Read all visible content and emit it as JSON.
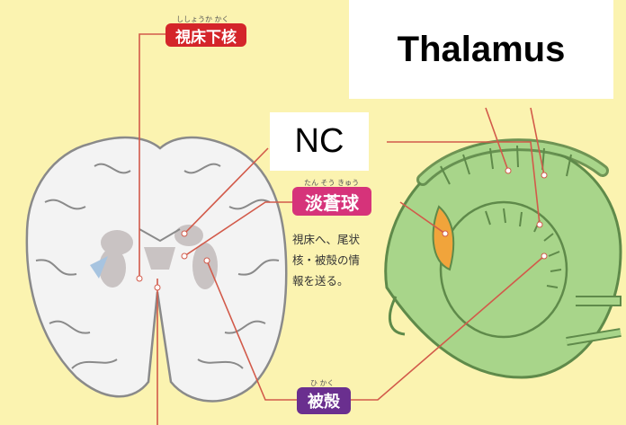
{
  "labels": {
    "hypothalamus": {
      "ruby": "ししょうか かく",
      "text": "視床下核",
      "color": "#d4252a"
    },
    "globus_pallidus": {
      "ruby": "たん そう きゅう",
      "text": "淡蒼球",
      "color": "#d6337a"
    },
    "putamen": {
      "ruby": "ひ かく",
      "text": "被殻",
      "color": "#6a2f8f"
    }
  },
  "overlays": {
    "thalamus": "Thalamus",
    "nc": "NC"
  },
  "description": [
    "視床へ、尾状",
    "核・被殻の情",
    "報を送る。"
  ],
  "colors": {
    "background": "#fbf3b0",
    "brain_fill": "#f3f3f3",
    "brain_outline": "#8a8a8a",
    "nuclei": "#c9c3c3",
    "model_green": "#a8d58a",
    "model_outline": "#5f8a4a",
    "pallidus_orange": "#f1a43b",
    "leader_line": "#d25a4a"
  }
}
